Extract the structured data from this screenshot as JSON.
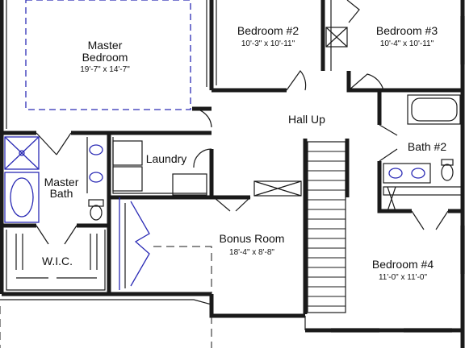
{
  "rooms": {
    "master_bedroom": {
      "name_line1": "Master",
      "name_line2": "Bedroom",
      "dims": "19'-7\" x 14'-7\""
    },
    "bedroom2": {
      "name": "Bedroom #2",
      "dims": "10'-3\" x 10'-11\""
    },
    "bedroom3": {
      "name": "Bedroom #3",
      "dims": "10'-4\" x 10'-11\""
    },
    "hall": {
      "name": "Hall Up"
    },
    "master_bath": {
      "name_line1": "Master",
      "name_line2": "Bath"
    },
    "laundry": {
      "name": "Laundry"
    },
    "bath2": {
      "name": "Bath #2"
    },
    "bonus": {
      "name": "Bonus Room",
      "dims": "18'-4\" x 8'-8\""
    },
    "wic": {
      "name": "W.I.C."
    },
    "bedroom4": {
      "name": "Bedroom #4",
      "dims": "11'-0\" x 11'-0\""
    }
  },
  "colors": {
    "wall": "#1a1a1a",
    "fixture_highlight": "#2b2bb5",
    "background": "#ffffff"
  }
}
